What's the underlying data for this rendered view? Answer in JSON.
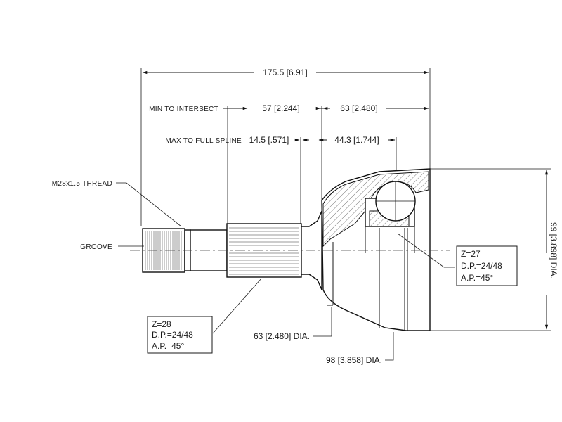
{
  "dimensions": {
    "overall_length": "175.5 [6.91]",
    "min_to_intersect_label": "MIN TO INTERSECT",
    "min_to_intersect_value": "57 [2.244]",
    "intersect_to_face": "63 [2.480]",
    "max_full_spline_label": "MAX TO FULL SPLINE",
    "max_full_spline_value": "14.5 [.571]",
    "spline_to_center": "44.3 [1.744]",
    "outer_diameter": "99 [3.898] DIA.",
    "body_diameter": "63 [2.480] DIA.",
    "housing_diameter": "98 [3.858] DIA."
  },
  "callouts": {
    "thread": "M28x1.5 THREAD",
    "groove": "GROOVE"
  },
  "spec_outer_spline": {
    "teeth": "Z=28",
    "pitch": "D.P.=24/48",
    "angle": "A.P.=45°"
  },
  "spec_inner_spline": {
    "teeth": "Z=27",
    "pitch": "D.P.=24/48",
    "angle": "A.P.=45°"
  }
}
